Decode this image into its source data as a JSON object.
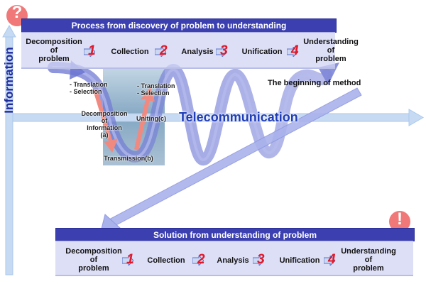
{
  "axis": {
    "vertical_label": "Information"
  },
  "telecom_label": "Telecommunication",
  "beginning_label": "The beginning of method",
  "top_panel": {
    "title": "Process from discovery of problem to understanding",
    "steps": [
      "Decomposition\nof\nproblem",
      "Collection",
      "Analysis",
      "Unification",
      "Understanding\nof\nproblem"
    ],
    "numbers": [
      "1",
      "2",
      "3",
      "4"
    ]
  },
  "bottom_panel": {
    "title": "Solution from understanding of problem",
    "steps": [
      "Decomposition\nof\nproblem",
      "Collection",
      "Analysis",
      "Unification",
      "Understanding\nof\nproblem"
    ],
    "numbers": [
      "1",
      "2",
      "3",
      "4"
    ]
  },
  "water_labels": {
    "left_bullets": "- Translation\n- Selection",
    "right_bullets": "- Translation\n- Selection",
    "decomposition": "Decomposition\nof\nInformation\n(a)",
    "uniting": "Uniting(c)",
    "transmission": "Transmission(b)"
  },
  "icons": {
    "question": "?",
    "exclamation": "!"
  },
  "colors": {
    "title_bar": "#3b3fb0",
    "axis": "#a9c8ee",
    "axis_label": "#1f2a9c",
    "spiral": "#7e86d8",
    "telecom_text": "#1f3db8",
    "number_red": "#e0192b",
    "badge": "#f07878"
  }
}
